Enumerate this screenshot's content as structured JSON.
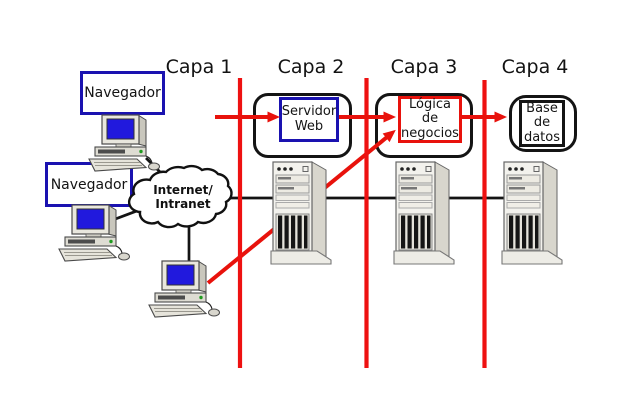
{
  "layers": [
    {
      "label": "Capa 1"
    },
    {
      "label": "Capa 2"
    },
    {
      "label": "Capa 3"
    },
    {
      "label": "Capa 4"
    }
  ],
  "browsers": [
    {
      "label": "Navegador"
    },
    {
      "label": "Navegador"
    }
  ],
  "cloud": {
    "lines": [
      "Internet/",
      "Intranet"
    ]
  },
  "tiers": [
    {
      "id": "web-server",
      "lines": [
        "Servidor",
        "Web"
      ],
      "border_color": "#1a12b0"
    },
    {
      "id": "business-logic",
      "lines": [
        "Lógica",
        "de",
        "negocios"
      ],
      "border_color": "#e8120c"
    },
    {
      "id": "database",
      "lines": [
        "Base",
        "de",
        "datos"
      ],
      "border_color": "#141414"
    }
  ],
  "icons": {
    "computer": "desktop-computer-icon",
    "server": "server-tower-icon",
    "cloud": "cloud-icon"
  },
  "colors": {
    "arrow_red": "#e8120c",
    "separator_red": "#ee1111",
    "box_blue": "#1a12b0",
    "line_black": "#141414",
    "screen_blue": "#2119dd"
  }
}
